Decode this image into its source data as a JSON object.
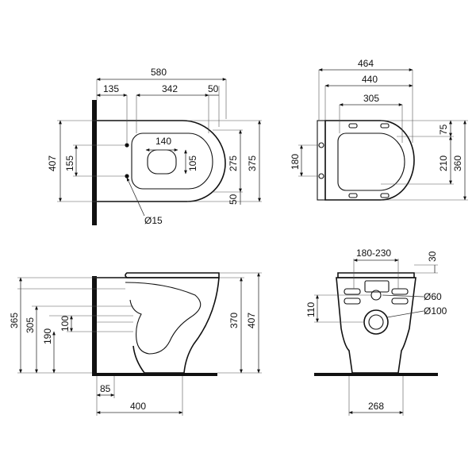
{
  "views": {
    "top": {
      "overall_width": "580",
      "back_offset": "135",
      "seat_length": "342",
      "front_gap": "50",
      "inner_width": "140",
      "inner_depth": "105",
      "hole_spacing": "155",
      "total_depth": "407",
      "bowl_width": "275",
      "outer_width": "375",
      "bottom_gap": "50",
      "hole_diameter": "Ø15"
    },
    "seat": {
      "total_length": "464",
      "inner_length": "440",
      "hinge_span": "305",
      "front_offset": "75",
      "hinge_height": "180",
      "seat_width": "210",
      "overall_width": "360"
    },
    "side": {
      "height_365": "365",
      "height_305": "305",
      "height_190": "190",
      "height_100": "100",
      "height_370": "370",
      "height_407": "407",
      "base_depth": "85",
      "projection": "400"
    },
    "back": {
      "bolt_spacing": "180-230",
      "top_offset": "30",
      "inlet_diameter": "Ø60",
      "outlet_diameter": "Ø100",
      "outlet_height": "110",
      "base_width": "268"
    }
  }
}
